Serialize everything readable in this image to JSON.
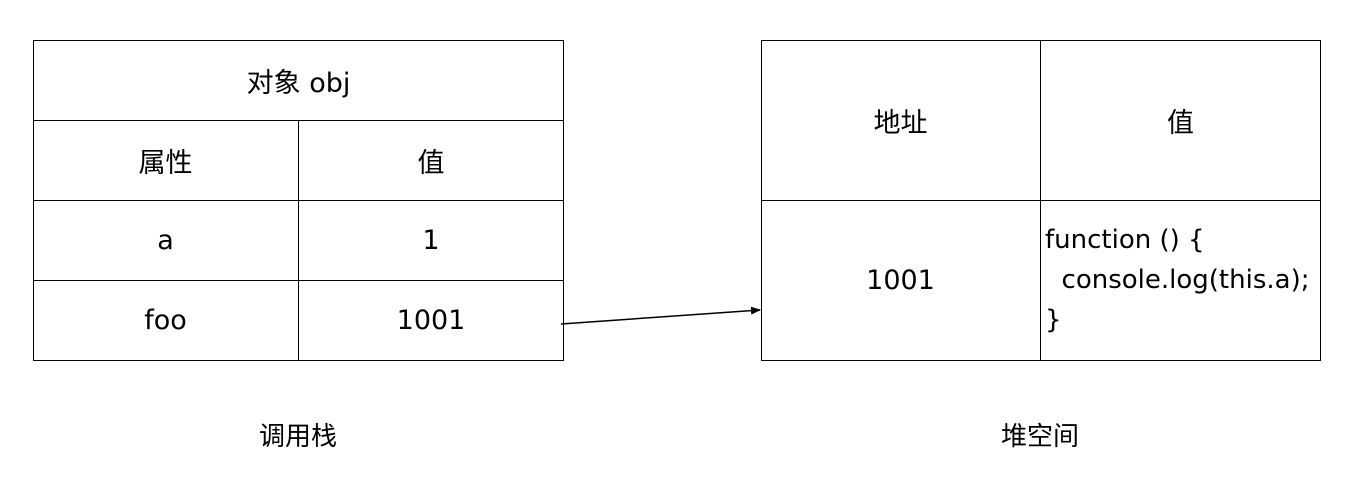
{
  "call_stack": {
    "table_title": "对象 obj",
    "headers": [
      "属性",
      "值"
    ],
    "rows": [
      {
        "key": "a",
        "value": "1"
      },
      {
        "key": "foo",
        "value": "1001"
      }
    ],
    "caption": "调用栈"
  },
  "heap": {
    "headers": [
      "地址",
      "值"
    ],
    "row": {
      "address": "1001",
      "code_lines": [
        "function () {",
        "  console.log(this.a);",
        "}"
      ]
    },
    "caption": "堆空间"
  }
}
